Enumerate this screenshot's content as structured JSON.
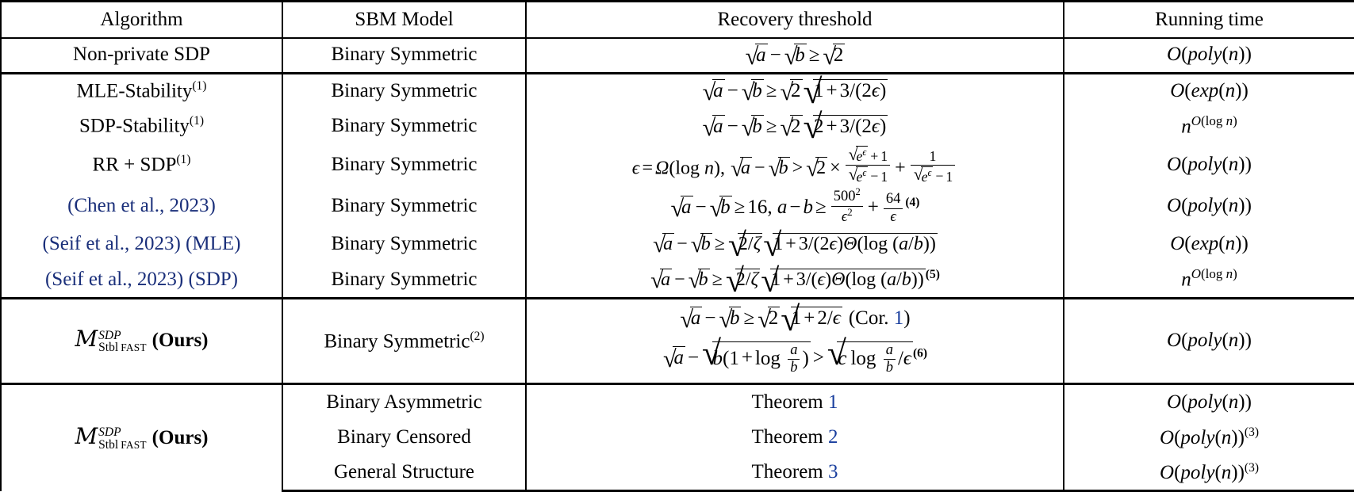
{
  "table": {
    "headers": [
      "Algorithm",
      "SBM Model",
      "Recovery threshold",
      "Running time"
    ],
    "rows": [
      {
        "algorithm": "Non-private SDP",
        "algorithm_sup": "",
        "model": "Binary Symmetric",
        "model_sup": "",
        "threshold_text": "sqrt(a) - sqrt(b) >= sqrt(2)",
        "threshold_sup": "",
        "time": "O(poly(n))",
        "time_sup": ""
      },
      {
        "algorithm": "MLE-Stability",
        "algorithm_sup": "(1)",
        "model": "Binary Symmetric",
        "model_sup": "",
        "threshold_text": "sqrt(a) - sqrt(b) >= sqrt(2) sqrt(1 + 3/(2e))",
        "threshold_sup": "",
        "time": "O(exp(n))",
        "time_sup": ""
      },
      {
        "algorithm": "SDP-Stability",
        "algorithm_sup": "(1)",
        "model": "Binary Symmetric",
        "model_sup": "",
        "threshold_text": "sqrt(a) - sqrt(b) >= sqrt(2) sqrt(2 + 3/(2e))",
        "threshold_sup": "",
        "time": "n^{O(log n)}",
        "time_sup": ""
      },
      {
        "algorithm": "RR + SDP",
        "algorithm_sup": "(1)",
        "model": "Binary Symmetric",
        "model_sup": "",
        "threshold_text": "e = Omega(log n), sqrt(a) - sqrt(b) > sqrt(2) x (sqrt(e^e)+1)/(sqrt(e^e)-1) + 1/(sqrt(e^e)-1)",
        "threshold_sup": "",
        "time": "O(poly(n))",
        "time_sup": ""
      },
      {
        "algorithm": "(Chen et al., 2023)",
        "algorithm_sup": "",
        "algorithm_is_citation": true,
        "model": "Binary Symmetric",
        "model_sup": "",
        "threshold_text": "sqrt(a) - sqrt(b) >= 16, a - b >= 500^2/e^2 + 64/e",
        "threshold_sup": "(4)",
        "time": "O(poly(n))",
        "time_sup": ""
      },
      {
        "algorithm": "(Seif et al., 2023) (MLE)",
        "algorithm_sup": "",
        "algorithm_is_citation": true,
        "model": "Binary Symmetric",
        "model_sup": "",
        "threshold_text": "sqrt(a) - sqrt(b) >= sqrt(2/zeta) sqrt(1 + 3/(2e) Theta(log (a/b)))",
        "threshold_sup": "",
        "time": "O(exp(n))",
        "time_sup": ""
      },
      {
        "algorithm": "(Seif et al., 2023) (SDP)",
        "algorithm_sup": "",
        "algorithm_is_citation": true,
        "model": "Binary Symmetric",
        "model_sup": "",
        "threshold_text": "sqrt(a) - sqrt(b) >= sqrt(2/zeta) sqrt(1 + 3/(e) Theta(log (a/b)))",
        "threshold_sup": "(5)",
        "time": "n^{O(log n)}",
        "time_sup": ""
      },
      {
        "algorithm_math": "M^{SDP}_{Stbl FAST}",
        "algorithm_ours": "(Ours)",
        "model": "Binary Symmetric",
        "model_sup": "(2)",
        "threshold_line1": "sqrt(a) - sqrt(b) >= sqrt(2) sqrt(1 + 2/e)  (Cor. 1)",
        "threshold_line1_ref": "1",
        "threshold_line2": "sqrt(a) - sqrt(b(1 + log a/b)) > sqrt(c log (a/b)/e)",
        "threshold_line2_sup": "(6)",
        "time": "O(poly(n))",
        "time_sup": ""
      },
      {
        "algorithm_math": "M^{SDP}_{Stbl FAST}",
        "algorithm_ours": "(Ours)",
        "model": "Binary Asymmetric",
        "model_sup": "",
        "threshold_label": "Theorem",
        "threshold_ref": "1",
        "time": "O(poly(n))",
        "time_sup": ""
      },
      {
        "model": "Binary Censored",
        "model_sup": "",
        "threshold_label": "Theorem",
        "threshold_ref": "2",
        "time": "O(poly(n))",
        "time_sup": "(3)"
      },
      {
        "model": "General Structure",
        "model_sup": "",
        "threshold_label": "Theorem",
        "threshold_ref": "3",
        "time": "O(poly(n))",
        "time_sup": "(3)"
      }
    ],
    "mechanism_name": {
      "base": "M",
      "superscript": "SDP",
      "subscript_a": "Stbl",
      "subscript_b": "Fast",
      "ours_label": "(Ours)"
    },
    "symbols": {
      "sqrt": "√",
      "geq": "≥",
      "gt": ">",
      "minus": "−",
      "times": "×",
      "plus": "+",
      "epsilon": "ϵ",
      "zeta": "ζ",
      "Omega": "Ω",
      "Theta": "Θ"
    },
    "colors": {
      "citation_link": "#1a2f7a",
      "reference_link": "#1a3f9e",
      "rule": "#000000",
      "background": "#ffffff"
    }
  }
}
